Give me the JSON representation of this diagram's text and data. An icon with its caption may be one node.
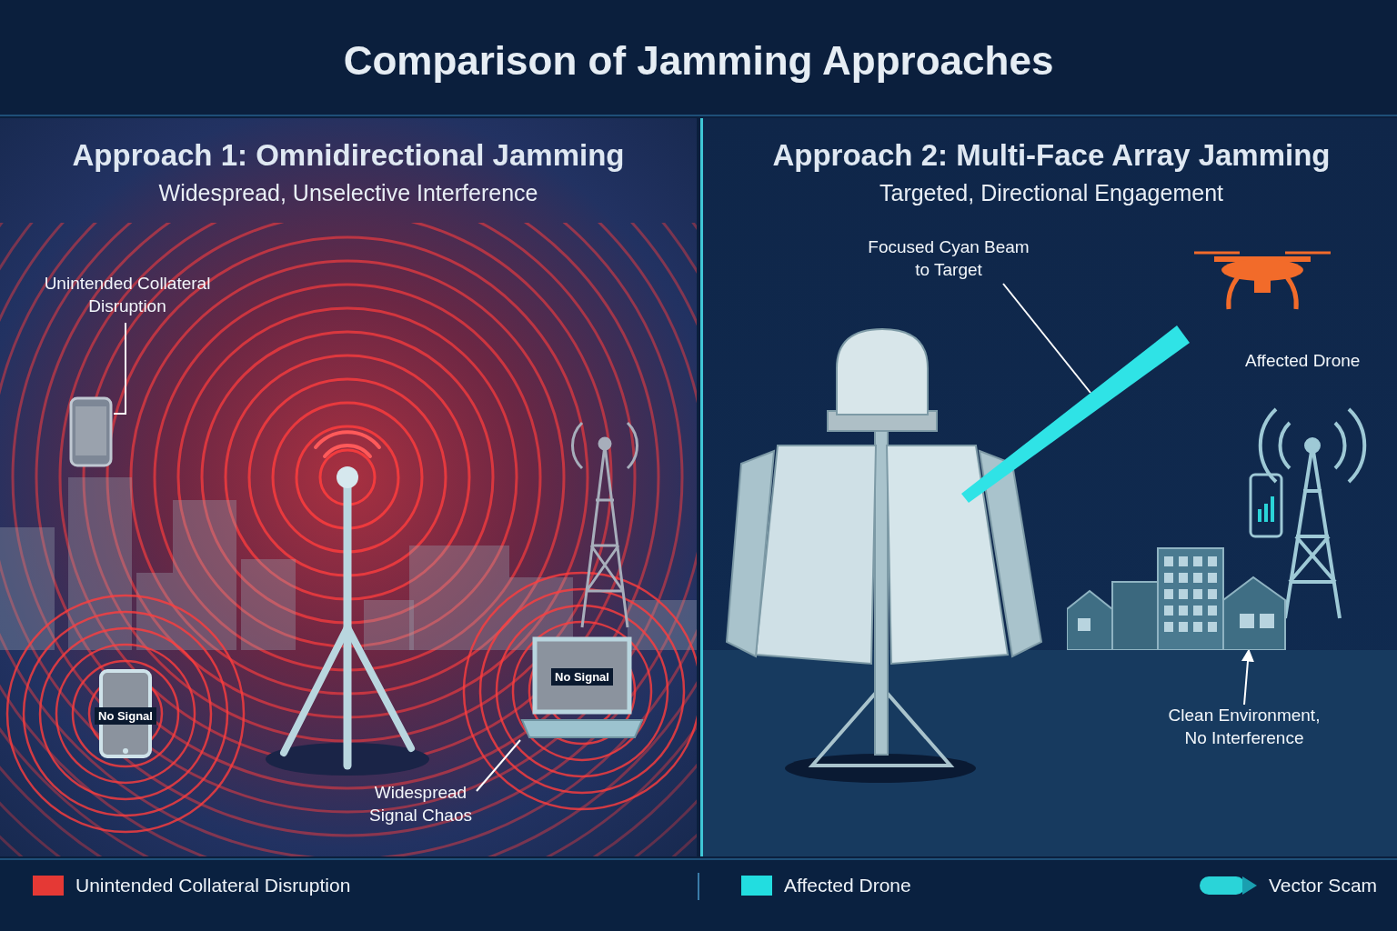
{
  "diagram": {
    "title": "Comparison of Jamming Approaches",
    "nodes": [
      {
        "text": [
          "Approach 1: Omnidirectional Jamming",
          "Widespread, Unselective Interference"
        ]
      },
      {
        "text": [
          "Approach 2: Multi-Face Array Jamming",
          "Targeted, Directional Engagement"
        ]
      },
      {
        "text": [
          "Unintended Collateral Disruption"
        ],
        "in": 0
      },
      {
        "text": [],
        "shape": "picture",
        "in": 0
      },
      {
        "text": [
          "No Signal"
        ],
        "in": 0
      },
      {
        "text": [
          "No Signal"
        ],
        "in": 0
      },
      {
        "text": [
          "Widespread Signal Chaos"
        ],
        "in": 0
      },
      {
        "text": [
          "Focused Cyan Beam to Target"
        ],
        "in": 1
      },
      {
        "text": [],
        "shape": "picture",
        "in": 1
      },
      {
        "text": [
          "Clean Environment, No Interference"
        ],
        "in": 1
      },
      {
        "text": [],
        "shape": "picture",
        "in": 1
      },
      {
        "text": [],
        "shape": "picture",
        "in": 1,
        "beside": [
          "Affected Drone"
        ]
      }
    ],
    "edges": [
      {
        "from": 2,
        "to": 3,
        "arrow": "none"
      },
      {
        "from": 6,
        "to": 5,
        "arrow": "none"
      },
      {
        "from": 7,
        "to": 8,
        "arrow": "none"
      },
      {
        "from": 9,
        "to": 10,
        "arrow": "to"
      }
    ],
    "legend": [
      {
        "text": "Unintended Collateral Disruption",
        "color": "#e53935"
      },
      {
        "text": "Affected Drone",
        "color": "#22dde0"
      },
      {
        "text": "Vector Scam"
      }
    ]
  }
}
